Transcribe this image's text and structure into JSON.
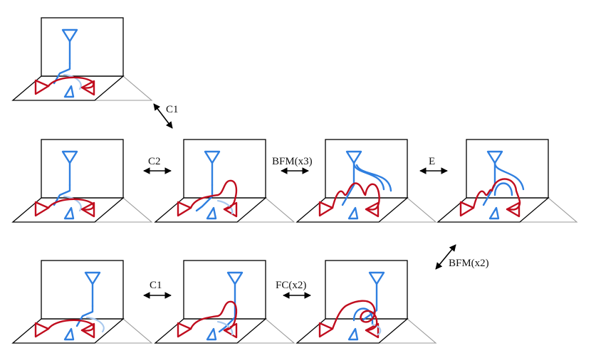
{
  "colors": {
    "red": "#c00d1e",
    "blue": "#2f7fe0",
    "lightblue": "#a9c9ee",
    "gray": "#9a9a9a",
    "ink": "#000000"
  },
  "panels": [
    {
      "id": "top-left",
      "variant": "base"
    },
    {
      "id": "mid-1",
      "variant": "base"
    },
    {
      "id": "mid-2",
      "variant": "loop"
    },
    {
      "id": "mid-3",
      "variant": "wave3"
    },
    {
      "id": "mid-4",
      "variant": "wave-e"
    },
    {
      "id": "bottom-1",
      "variant": "base-right"
    },
    {
      "id": "bottom-2",
      "variant": "loop-right"
    },
    {
      "id": "bottom-3",
      "variant": "fc"
    }
  ],
  "moves": [
    {
      "id": "c1-top",
      "label": "C1"
    },
    {
      "id": "c2",
      "label": "C2"
    },
    {
      "id": "bfm3",
      "label": "BFM(x3)"
    },
    {
      "id": "e",
      "label": "E"
    },
    {
      "id": "bfm2",
      "label": "BFM(x2)"
    },
    {
      "id": "c1-bottom",
      "label": "C1"
    },
    {
      "id": "fc2",
      "label": "FC(x2)"
    }
  ]
}
